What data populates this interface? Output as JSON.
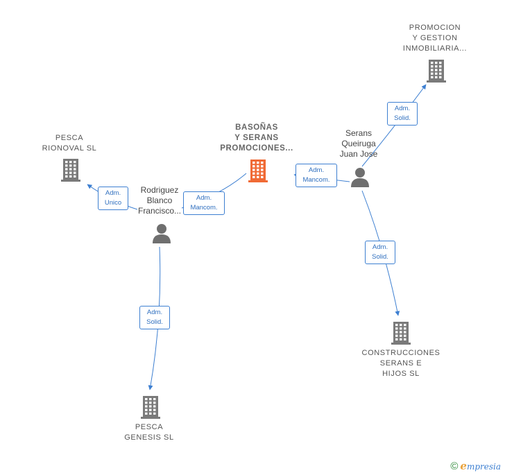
{
  "companies": {
    "basonas": {
      "name": "BASOÑAS\nY SERANS\nPROMOCIONES...",
      "color": "#f06a35"
    },
    "pesca_rionoval": {
      "name": "PESCA\nRIONOVAL SL",
      "color": "#7a7a7a"
    },
    "promocion_gestion": {
      "name": "PROMOCION\nY GESTION\nINMOBILIARIA...",
      "color": "#7a7a7a"
    },
    "construcciones": {
      "name": "CONSTRUCCIONES\nSERANS E\nHIJOS SL",
      "color": "#7a7a7a"
    },
    "pesca_genesis": {
      "name": "PESCA\nGENESIS  SL",
      "color": "#7a7a7a"
    }
  },
  "people": {
    "rodriguez": {
      "name": "Rodriguez\nBlanco\nFrancisco..."
    },
    "serans": {
      "name": "Serans\nQueiruga\nJuan Jose"
    }
  },
  "edges": {
    "rodriguez_basonas": "Adm.\nMancom.",
    "rodriguez_rionoval": "Adm.\nUnico",
    "rodriguez_genesis": "Adm.\nSolid.",
    "serans_basonas": "Adm.\nMancom.",
    "serans_promocion": "Adm.\nSolid.",
    "serans_construcciones": "Adm.\nSolid."
  },
  "colors": {
    "edge": "#3d7fd1",
    "person": "#6f6f6f"
  },
  "footer": {
    "copyright": "©",
    "brand_initial": "e",
    "brand_rest": "mpresia"
  }
}
